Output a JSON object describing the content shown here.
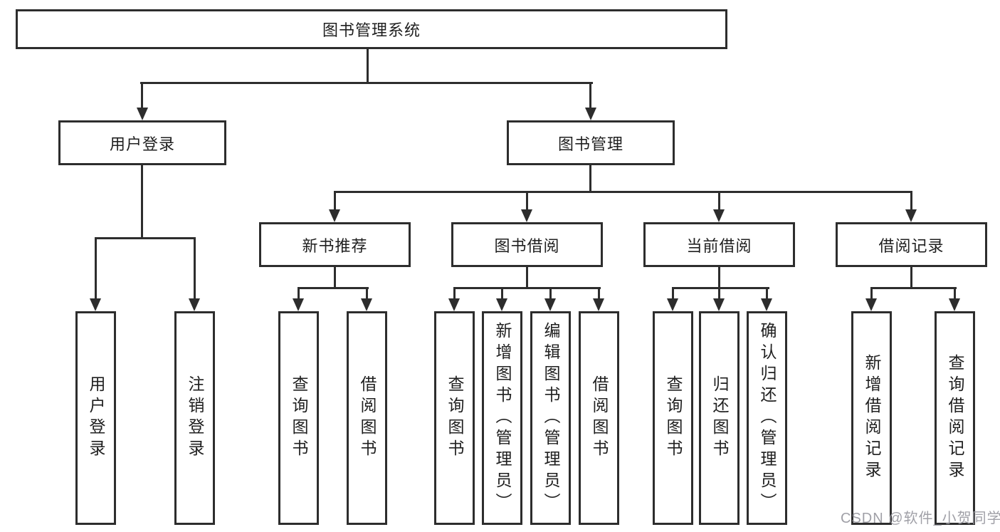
{
  "diagram": {
    "title": "图书管理系统",
    "colors": {
      "line": "#2d2d2d",
      "text": "#1f1f1f",
      "background": "#ffffff",
      "watermark": "#9898a0"
    },
    "level2": [
      {
        "label": "用户登录"
      },
      {
        "label": "图书管理"
      }
    ],
    "level3": [
      {
        "label": "新书推荐"
      },
      {
        "label": "图书借阅"
      },
      {
        "label": "当前借阅"
      },
      {
        "label": "借阅记录"
      }
    ],
    "leaves": {
      "user": [
        {
          "label": "用户登录"
        },
        {
          "label": "注销登录"
        }
      ],
      "recommend": [
        {
          "label": "查询图书"
        },
        {
          "label": "借阅图书"
        }
      ],
      "borrow": [
        {
          "label": "查询图书"
        },
        {
          "label": "新增图书（管理员）"
        },
        {
          "label": "编辑图书（管理员）"
        },
        {
          "label": "借阅图书"
        }
      ],
      "current": [
        {
          "label": "查询图书"
        },
        {
          "label": "归还图书"
        },
        {
          "label": "确认归还（管理员）"
        }
      ],
      "records": [
        {
          "label": "新增借阅记录"
        },
        {
          "label": "查询借阅记录"
        }
      ]
    }
  },
  "watermark": {
    "text": "CSDN @软件_小贺同学"
  }
}
